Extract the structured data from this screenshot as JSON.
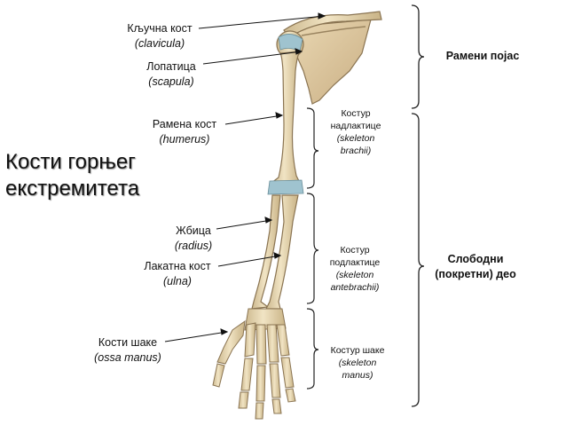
{
  "title": {
    "line1": "Кости горњег",
    "line2": "екстремитета"
  },
  "labels": {
    "clavicle": {
      "name": "Кључна кост",
      "latin": "(clavicula)"
    },
    "scapula": {
      "name": "Лопатица",
      "latin": "(scapula)"
    },
    "humerus": {
      "name": "Рамена кост",
      "latin": "(humerus)"
    },
    "radius": {
      "name": "Жбица",
      "latin": "(radius)"
    },
    "ulna": {
      "name": "Лакатна кост",
      "latin": "(ulna)"
    },
    "hand": {
      "name": "Кости шаке",
      "latin": "(ossa manus)"
    }
  },
  "segments": {
    "upper_arm": {
      "line1": "Костур",
      "line2": "надлактице",
      "line3": "(skeleton",
      "line4": "brachii)"
    },
    "forearm": {
      "line1": "Костур",
      "line2": "подлактице",
      "line3": "(skeleton",
      "line4": "antebrachii)"
    },
    "hand": {
      "line1": "Костур шаке",
      "line2": "(skeleton",
      "line3": "manus)"
    }
  },
  "groups": {
    "shoulder_girdle": {
      "line1": "Рамени појас"
    },
    "free_limb": {
      "line1": "Слободни",
      "line2": "(покретни) део"
    }
  },
  "colors": {
    "bone": "#eadbb8",
    "bone_stroke": "#8a7452",
    "cartilage": "#9fc3cf",
    "leader": "#111111"
  }
}
